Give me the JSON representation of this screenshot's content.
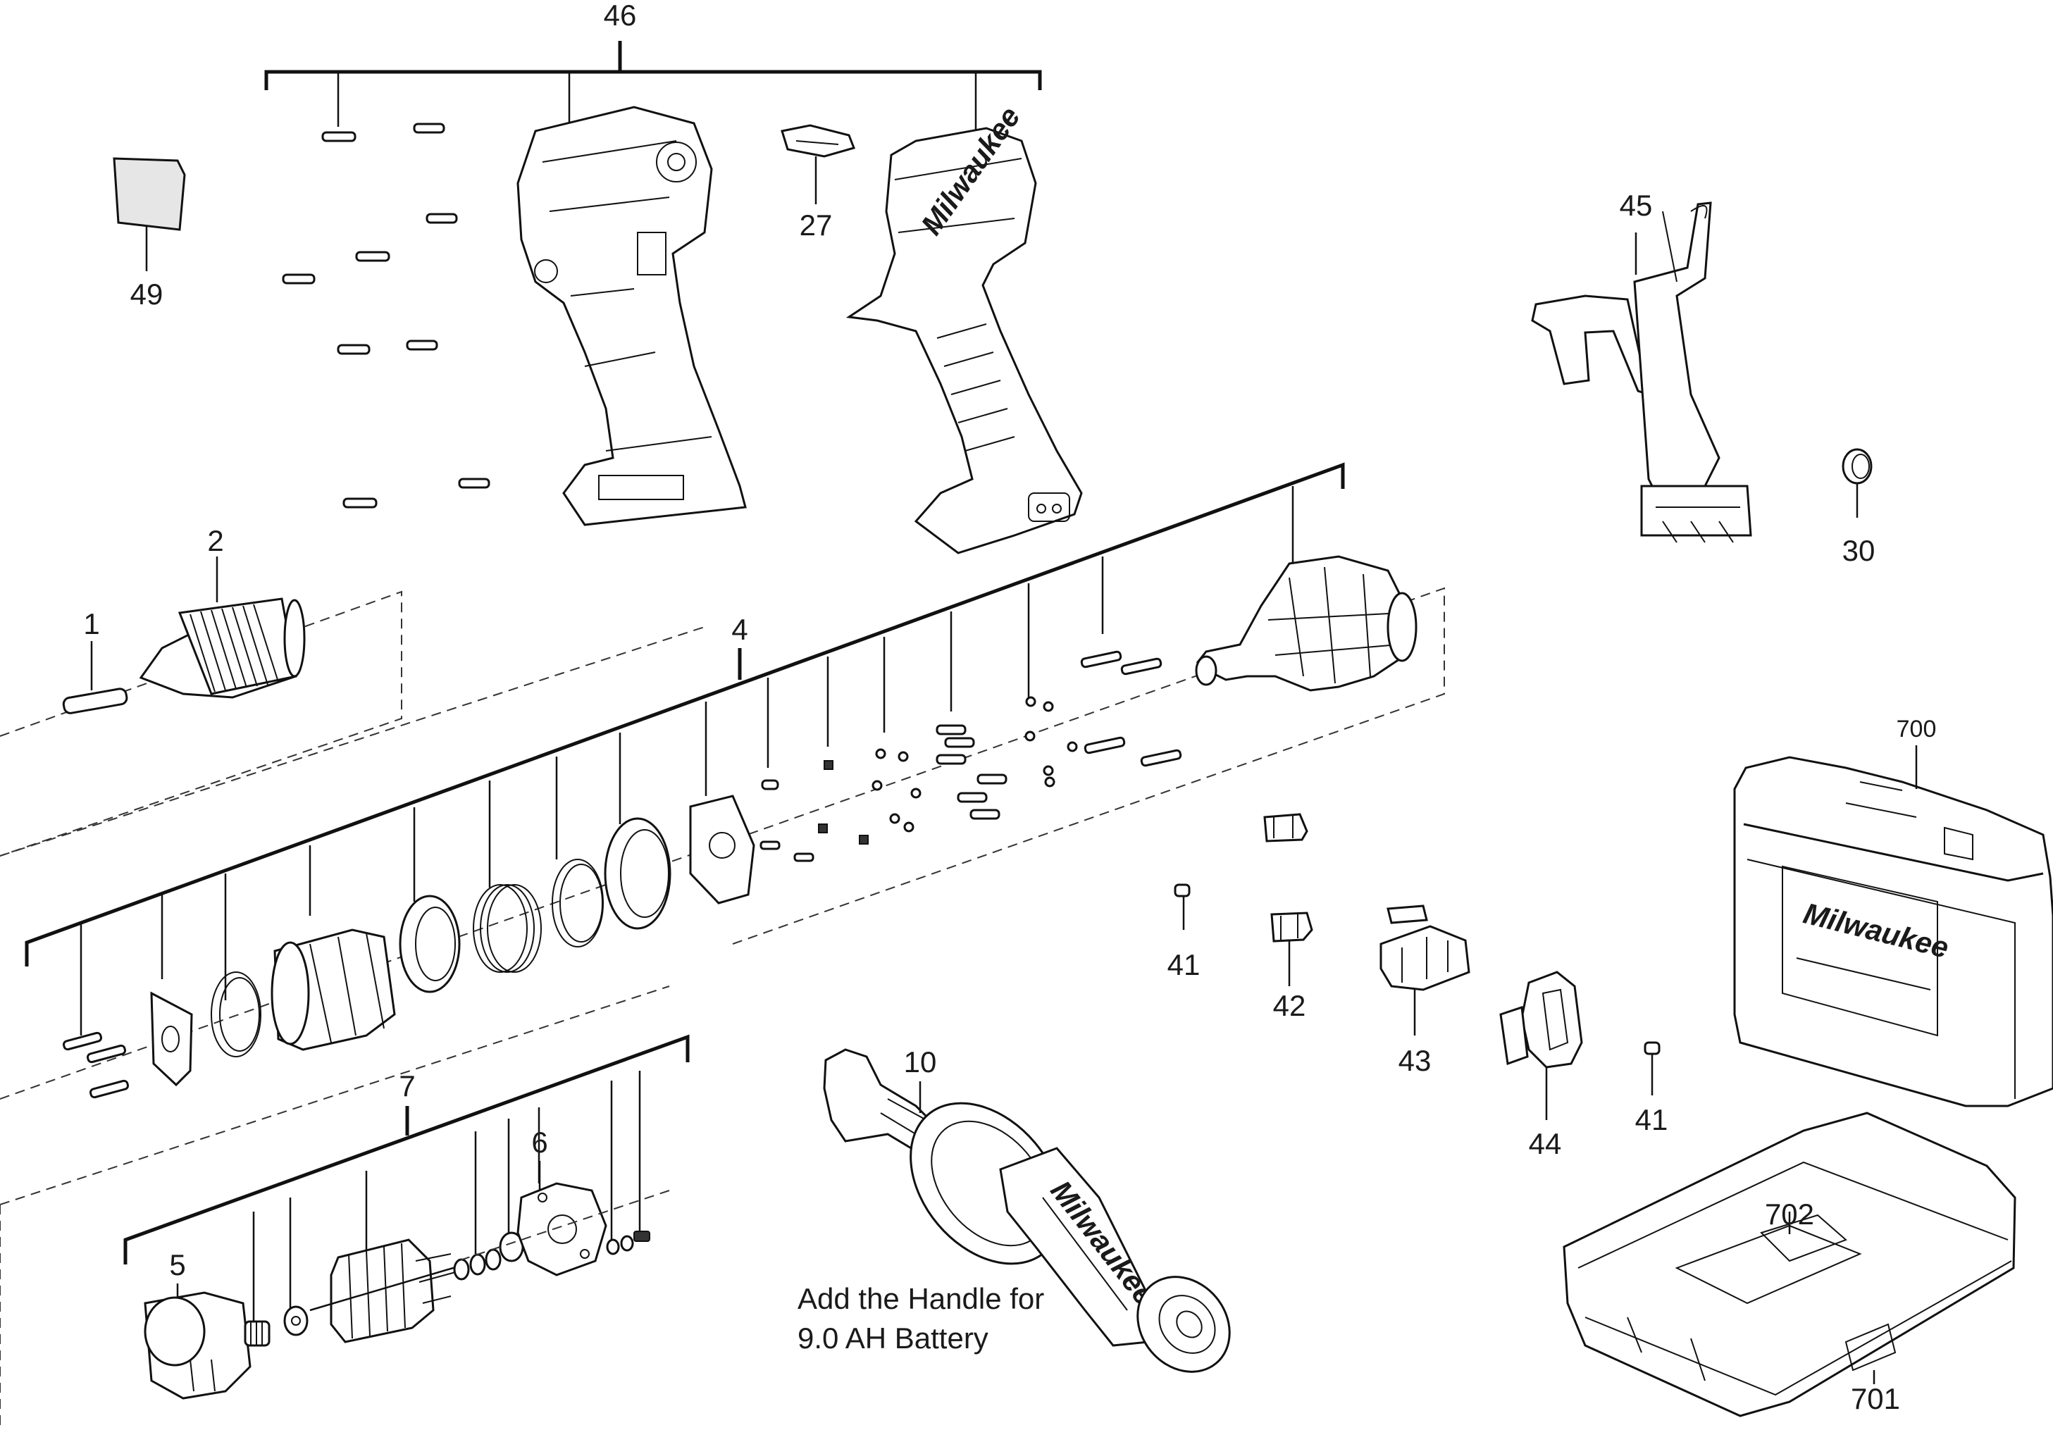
{
  "diagram": {
    "labels": {
      "p1": "1",
      "p2": "2",
      "p4": "4",
      "p5": "5",
      "p6": "6",
      "p7": "7",
      "p10": "10",
      "p27": "27",
      "p30": "30",
      "p41a": "41",
      "p41b": "41",
      "p42": "42",
      "p43": "43",
      "p44": "44",
      "p45": "45",
      "p46": "46",
      "p49": "49",
      "p700": "700",
      "p701": "701",
      "p702": "702"
    },
    "note": {
      "line1": "Add the Handle for",
      "line2": "9.0 AH Battery"
    },
    "logo_text": "Milwaukee"
  }
}
